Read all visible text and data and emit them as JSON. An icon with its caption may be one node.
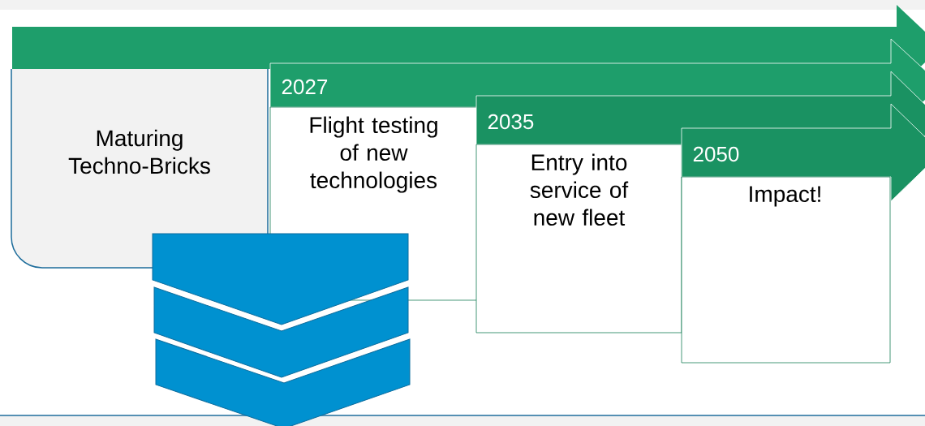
{
  "diagram": {
    "nodes": [
      {
        "text": [
          "Maturing Techno-Bricks"
        ]
      },
      {
        "text": [
          "2027",
          "Flight testing of new technologies"
        ]
      },
      {
        "text": [
          "2035",
          "Entry into service of new fleet"
        ]
      },
      {
        "text": [
          "2050",
          "Impact!"
        ]
      }
    ]
  }
}
